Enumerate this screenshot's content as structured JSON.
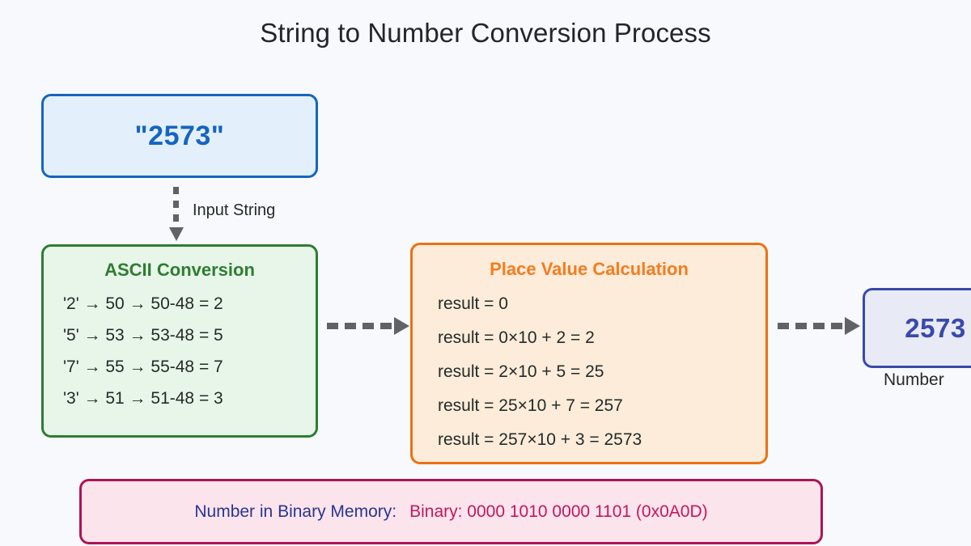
{
  "diagram": {
    "title": "String to Number Conversion Process",
    "background_color": "#f7f9fc"
  },
  "nodes": {
    "input_string": {
      "value": "\"2573\"",
      "fill": "#e3f0fb",
      "border": "#1565c0",
      "text_color": "#1565c0"
    },
    "ascii_conversion": {
      "title": "ASCII Conversion",
      "fill": "#e8f5e9",
      "border": "#2e7d32",
      "title_color": "#2e7d32",
      "lines": [
        "'2' → 50 → 50-48 = 2",
        "'5' → 53 → 53-48 = 5",
        "'7' → 55 → 55-48 = 7",
        "'3' → 51 → 51-48 = 3"
      ]
    },
    "place_value": {
      "title": "Place Value Calculation",
      "fill": "#fdecd9",
      "border": "#ed7014",
      "title_color": "#f57c1f",
      "lines": [
        "result = 0",
        "result = 0×10 + 2 = 2",
        "result = 2×10 + 5 = 25",
        "result = 25×10 + 7 = 257",
        "result = 257×10 + 3 = 2573"
      ]
    },
    "number_output": {
      "value": "2573",
      "caption": "Number",
      "fill": "#e8eaf6",
      "border": "#3949ab",
      "text_color": "#3949ab"
    },
    "binary_memory": {
      "label": "Number in Binary Memory:",
      "binary": "Binary: 0000 1010 0000 1101 (0x0A0D)",
      "fill": "#fce4ec",
      "border": "#ad1457",
      "label_color": "#283593",
      "binary_color": "#c2185b"
    }
  },
  "arrows": {
    "input_to_ascii": {
      "label": "Input String",
      "color": "#5f6368",
      "style": "dashed",
      "direction": "down"
    },
    "ascii_to_place_value": {
      "label": "",
      "color": "#5f6368",
      "style": "dashed",
      "direction": "right"
    },
    "place_value_to_number": {
      "label": "",
      "color": "#5f6368",
      "style": "dashed",
      "direction": "right"
    }
  }
}
